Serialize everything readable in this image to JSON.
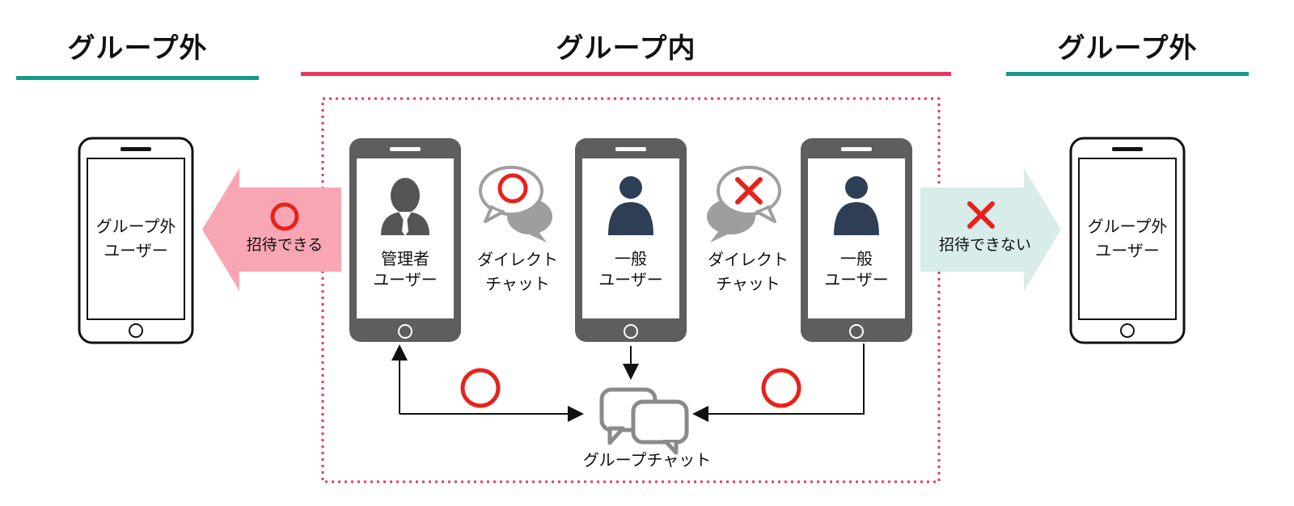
{
  "headings": {
    "left": "グループ外",
    "center": "グループ内",
    "right": "グループ外"
  },
  "colors": {
    "teal": "#169a8e",
    "pink": "#ee3463",
    "red": "#e8221b",
    "phone_dark": "#5e5e5e",
    "avatar_navy": "#2e3f55",
    "arrow_pink": "#f9a6b4",
    "arrow_teal": "#d8ecea",
    "bubble_gray": "#9e9e9e"
  },
  "outside_left": {
    "line1": "グループ外",
    "line2": "ユーザー"
  },
  "outside_right": {
    "line1": "グループ外",
    "line2": "ユーザー"
  },
  "invite_ok": {
    "label": "招待できる",
    "mark": "circle"
  },
  "invite_ng": {
    "label": "招待できない",
    "mark": "cross"
  },
  "admin_user": {
    "line1": "管理者",
    "line2": "ユーザー"
  },
  "general_user_1": {
    "line1": "一般",
    "line2": "ユーザー"
  },
  "general_user_2": {
    "line1": "一般",
    "line2": "ユーザー"
  },
  "direct_chat_1": {
    "line1": "ダイレクト",
    "line2": "チャット",
    "mark": "circle"
  },
  "direct_chat_2": {
    "line1": "ダイレクト",
    "line2": "チャット",
    "mark": "cross"
  },
  "group_chat": {
    "label": "グループチャット"
  },
  "group_chat_marks": [
    "circle",
    "circle"
  ],
  "icons": [
    "phone-icon",
    "admin-avatar-icon",
    "user-avatar-icon",
    "speech-bubble-icon",
    "group-chat-icon",
    "circle-mark-icon",
    "cross-mark-icon",
    "arrow-icon"
  ]
}
